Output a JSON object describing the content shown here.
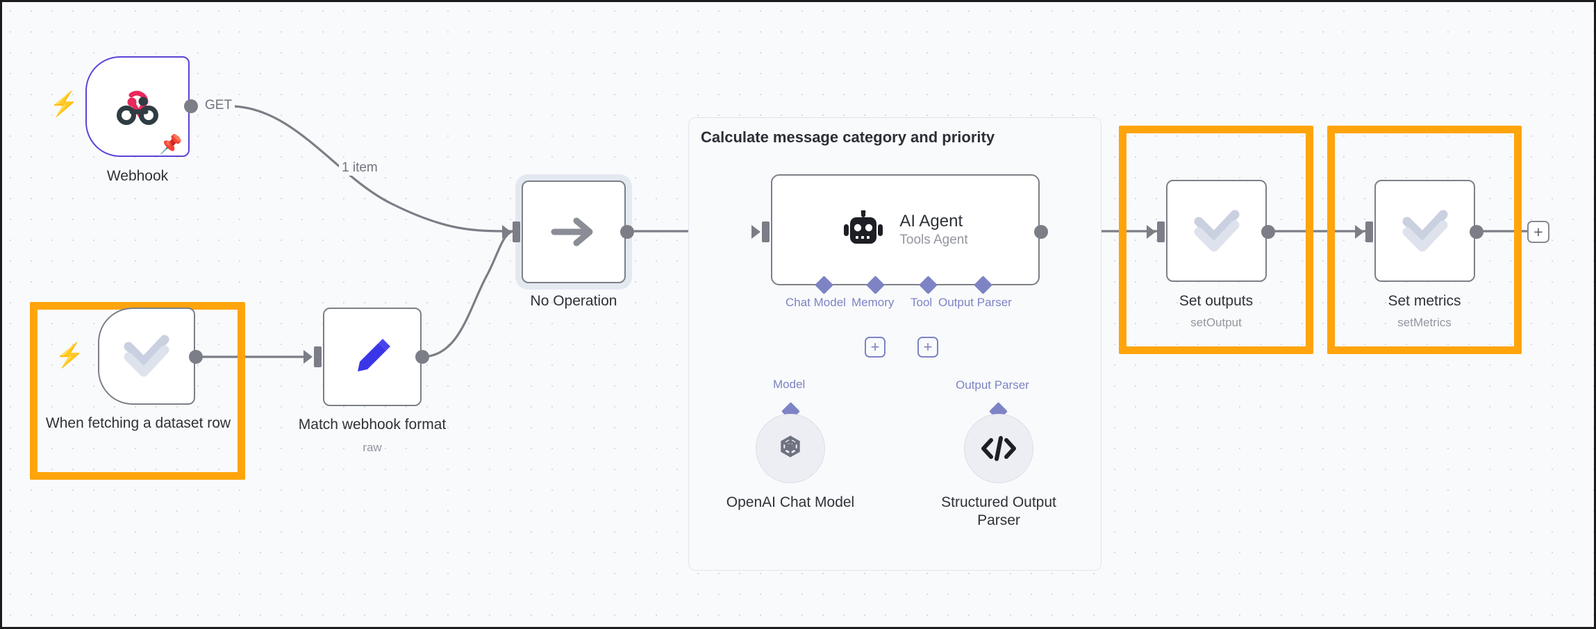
{
  "canvas": {
    "background_color": "#f9fafc",
    "grid_dot_color": "#d7dae2",
    "highlight_color": "#ffa40a"
  },
  "group": {
    "title": "Calculate message category and priority"
  },
  "nodes": [
    {
      "id": "webhook",
      "label": "Webhook",
      "subtitle": "",
      "icon": "webhook-icon",
      "type": "trigger",
      "output_label": "GET"
    },
    {
      "id": "when-fetching-a-dataset-row",
      "label": "When fetching a dataset row",
      "subtitle": "",
      "icon": "double-chevron-down-icon",
      "type": "trigger",
      "highlighted": true
    },
    {
      "id": "match-webhook-format",
      "label": "Match webhook format",
      "subtitle": "raw",
      "icon": "pencil-icon",
      "type": "action"
    },
    {
      "id": "no-operation",
      "label": "No Operation",
      "subtitle": "",
      "icon": "arrow-right-icon",
      "type": "action",
      "selected": true
    },
    {
      "id": "ai-agent",
      "label": "AI Agent",
      "subtitle": "Tools Agent",
      "icon": "robot-icon",
      "type": "agent"
    },
    {
      "id": "set-outputs",
      "label": "Set outputs",
      "subtitle": "setOutput",
      "icon": "double-chevron-down-icon",
      "type": "action",
      "highlighted": true
    },
    {
      "id": "set-metrics",
      "label": "Set metrics",
      "subtitle": "setMetrics",
      "icon": "double-chevron-down-icon",
      "type": "action",
      "highlighted": true
    }
  ],
  "sub_nodes": [
    {
      "id": "openai-chat-model",
      "label": "OpenAI Chat Model",
      "icon": "openai-icon",
      "port_label": "Model"
    },
    {
      "id": "structured-output-parser",
      "label": "Structured Output Parser",
      "icon": "code-brackets-icon",
      "port_label": "Output Parser"
    }
  ],
  "ai_ports": [
    {
      "label": "Chat Model",
      "has_add_button": false
    },
    {
      "label": "Memory",
      "has_add_button": true
    },
    {
      "label": "Tool",
      "has_add_button": true
    },
    {
      "label": "Output Parser",
      "has_add_button": false
    }
  ],
  "edges": [
    {
      "from": "webhook",
      "to": "no-operation",
      "label": "1 item",
      "port_label": "GET"
    },
    {
      "from": "when-fetching-a-dataset-row",
      "to": "match-webhook-format",
      "label": ""
    },
    {
      "from": "match-webhook-format",
      "to": "no-operation",
      "label": ""
    },
    {
      "from": "no-operation",
      "to": "ai-agent",
      "label": ""
    },
    {
      "from": "ai-agent",
      "to": "set-outputs",
      "label": ""
    },
    {
      "from": "set-outputs",
      "to": "set-metrics",
      "label": ""
    }
  ],
  "buttons": {
    "add_node_plus": "+",
    "add_memory_plus": "+",
    "add_tool_plus": "+"
  }
}
